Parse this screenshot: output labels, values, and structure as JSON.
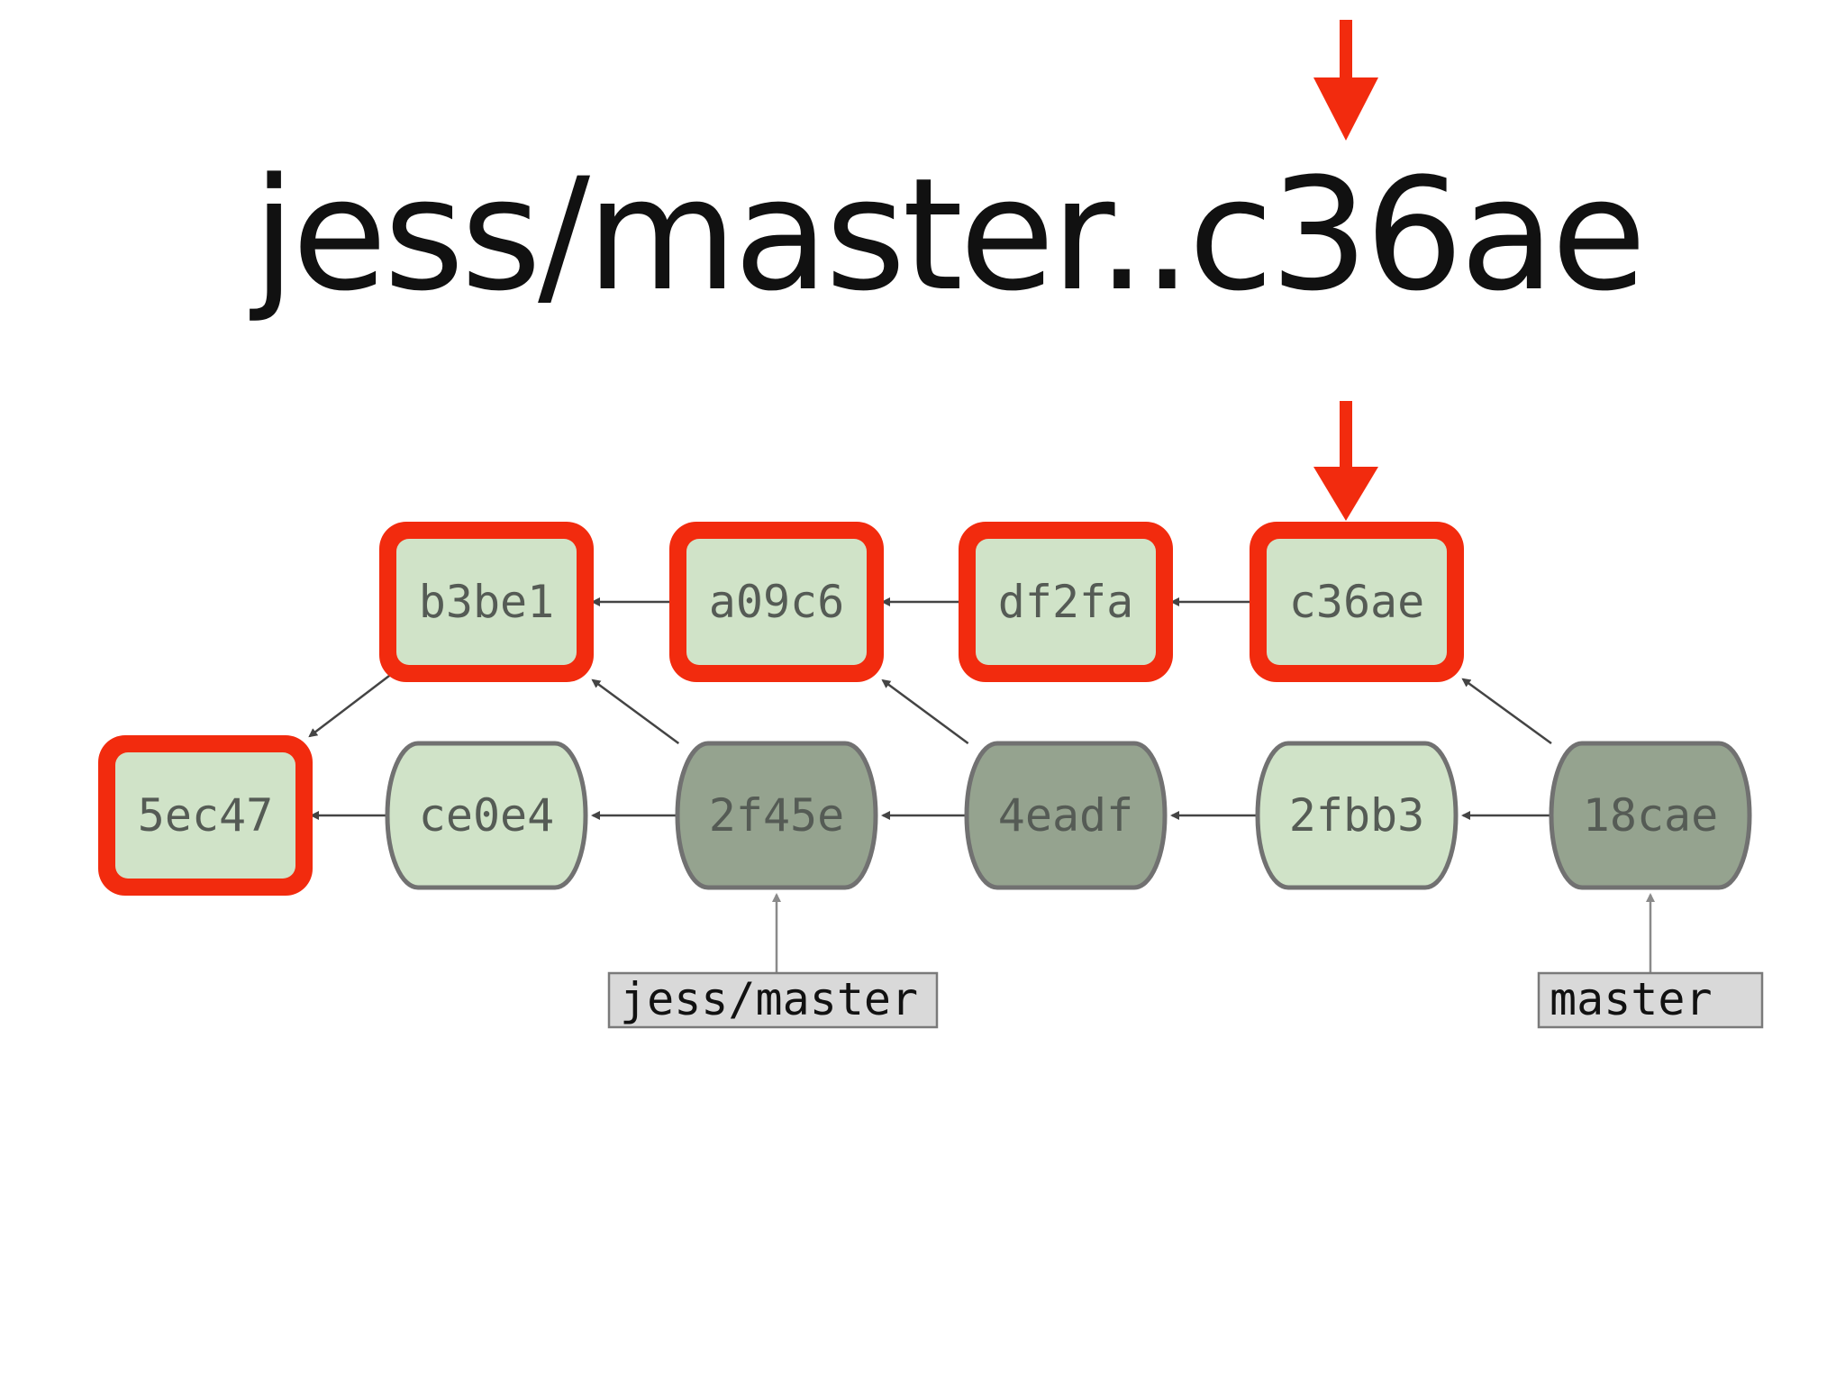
{
  "title": "jess/master..c36ae",
  "colors": {
    "highlight": "#f22b0e",
    "node_light": "#d0e3c8",
    "node_dark": "#95a38f",
    "node_border": "#717171",
    "ref_fill": "#d9d9d9",
    "ref_border": "#7a7a7a",
    "edge": "#444444"
  },
  "commits": [
    {
      "id": "b3be1",
      "label": "b3be1",
      "row": "top",
      "shade": "light",
      "selected": true
    },
    {
      "id": "a09c6",
      "label": "a09c6",
      "row": "top",
      "shade": "light",
      "selected": true
    },
    {
      "id": "df2fa",
      "label": "df2fa",
      "row": "top",
      "shade": "light",
      "selected": true
    },
    {
      "id": "c36ae",
      "label": "c36ae",
      "row": "top",
      "shade": "light",
      "selected": true
    },
    {
      "id": "5ec47",
      "label": "5ec47",
      "row": "bottom",
      "shade": "light",
      "selected": true
    },
    {
      "id": "ce0e4",
      "label": "ce0e4",
      "row": "bottom",
      "shade": "light",
      "selected": false
    },
    {
      "id": "2f45e",
      "label": "2f45e",
      "row": "bottom",
      "shade": "dark",
      "selected": false
    },
    {
      "id": "4eadf",
      "label": "4eadf",
      "row": "bottom",
      "shade": "dark",
      "selected": false
    },
    {
      "id": "2fbb3",
      "label": "2fbb3",
      "row": "bottom",
      "shade": "light",
      "selected": false
    },
    {
      "id": "18cae",
      "label": "18cae",
      "row": "bottom",
      "shade": "dark",
      "selected": false
    }
  ],
  "parent_edges": [
    {
      "from": "a09c6",
      "to": "b3be1"
    },
    {
      "from": "df2fa",
      "to": "a09c6"
    },
    {
      "from": "c36ae",
      "to": "df2fa"
    },
    {
      "from": "b3be1",
      "to": "5ec47"
    },
    {
      "from": "ce0e4",
      "to": "5ec47"
    },
    {
      "from": "2f45e",
      "to": "ce0e4"
    },
    {
      "from": "2f45e",
      "to": "b3be1"
    },
    {
      "from": "4eadf",
      "to": "2f45e"
    },
    {
      "from": "4eadf",
      "to": "a09c6"
    },
    {
      "from": "2fbb3",
      "to": "4eadf"
    },
    {
      "from": "18cae",
      "to": "2fbb3"
    },
    {
      "from": "18cae",
      "to": "c36ae"
    }
  ],
  "refs": [
    {
      "id": "jess-master",
      "label": "jess/master",
      "target": "2f45e"
    },
    {
      "id": "master",
      "label": "master",
      "target": "18cae"
    }
  ],
  "range_marker_target": "c36ae"
}
